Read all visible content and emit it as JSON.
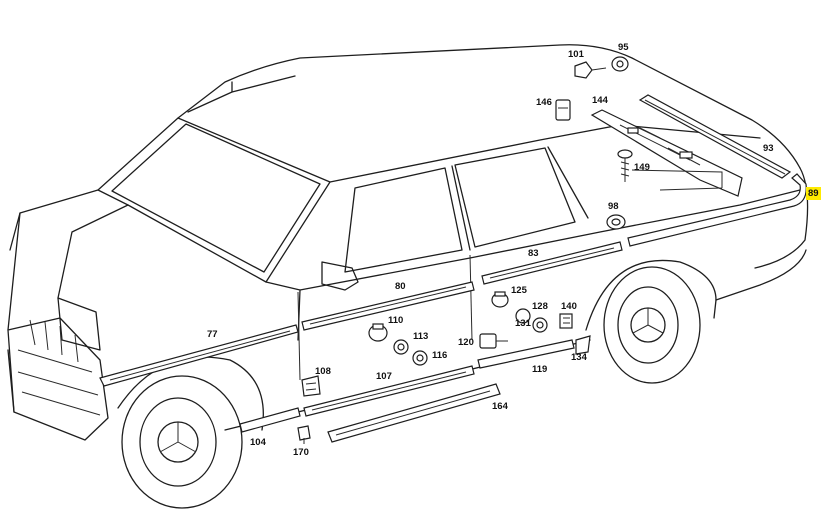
{
  "highlight_color": "#ffeb00",
  "labels": {
    "p77": "77",
    "p80": "80",
    "p83": "83",
    "p89": "89",
    "p93": "93",
    "p95": "95",
    "p98": "98",
    "p101": "101",
    "p104": "104",
    "p107": "107",
    "p108": "108",
    "p110": "110",
    "p113": "113",
    "p116": "116",
    "p119": "119",
    "p120": "120",
    "p125": "125",
    "p128": "128",
    "p131": "131",
    "p134": "134",
    "p140": "140",
    "p144": "144",
    "p146": "146",
    "p149": "149",
    "p164": "164",
    "p170": "170"
  }
}
